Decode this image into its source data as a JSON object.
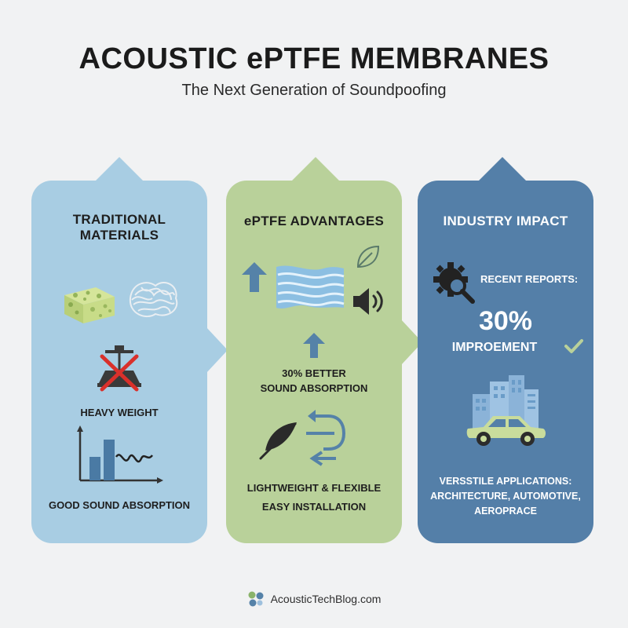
{
  "header": {
    "title": "ACOUSTIC ePTFE MEMBRANES",
    "subtitle": "The Next Generation of Soundpoofing"
  },
  "panels": [
    {
      "heading_line1": "TRADITIONAL",
      "heading_line2": "MATERIALS",
      "weight_label": "HEAVY WEIGHT",
      "absorption_label": "GOOD SOUND ABSORPTION",
      "icons": [
        "foam-block-icon",
        "fiber-wool-icon",
        "crossed-out-scale-icon",
        "bar-line-graph-icon"
      ]
    },
    {
      "heading": "ePTFE ADVANTAGES",
      "absorption_line1": "30% BETTER",
      "absorption_line2": "SOUND ABSORPTION",
      "feature_line1": "LIGHTWEIGHT & FLEXIBLE",
      "feature_line2": "EASY INSTALLATION",
      "icons": [
        "up-arrow-icon",
        "wavy-membrane-icon",
        "speaker-icon",
        "leaf-icon",
        "feather-icon",
        "flexible-arrows-icon"
      ]
    },
    {
      "heading": "INDUSTRY IMPACT",
      "reports_label": "RECENT REPORTS:",
      "stat_value": "30%",
      "stat_label": "IMPROEMENT",
      "apps_line1": "VERSSTILE APPLICATIONS:",
      "apps_line2": "ARCHITECTURE, AUTOMOTIVE,",
      "apps_line3": "AEROPRACE",
      "icons": [
        "gear-magnifier-icon",
        "checkmark-icon",
        "buildings-icon",
        "car-icon"
      ]
    }
  ],
  "footer": {
    "site": "AcousticTechBlog.com"
  },
  "colors": {
    "panel_traditional": "#a8cde3",
    "panel_advantages": "#b9d19a",
    "panel_impact": "#547fa8"
  }
}
